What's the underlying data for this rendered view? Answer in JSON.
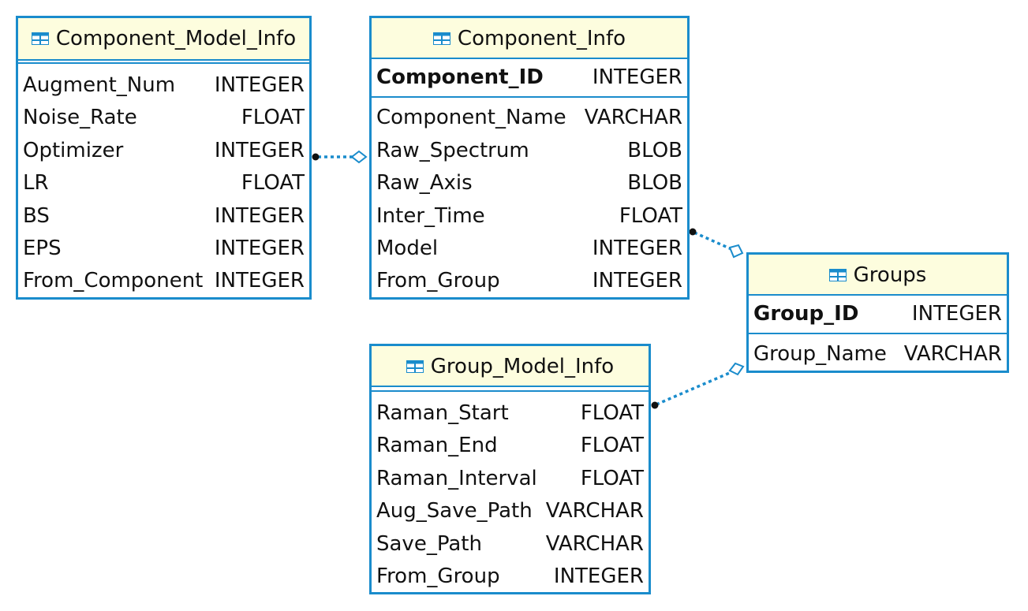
{
  "colors": {
    "border": "#1a8ccc",
    "header_bg": "#fdfdde",
    "connector": "#1a8ccc",
    "text": "#111111"
  },
  "tables": {
    "component_model_info": {
      "name": "Component_Model_Info",
      "icon": "table-icon",
      "columns": [
        {
          "name": "Augment_Num",
          "type": "INTEGER"
        },
        {
          "name": "Noise_Rate",
          "type": "FLOAT"
        },
        {
          "name": "Optimizer",
          "type": "INTEGER"
        },
        {
          "name": "LR",
          "type": "FLOAT"
        },
        {
          "name": "BS",
          "type": "INTEGER"
        },
        {
          "name": "EPS",
          "type": "INTEGER"
        },
        {
          "name": "From_Component",
          "type": "INTEGER"
        }
      ]
    },
    "component_info": {
      "name": "Component_Info",
      "icon": "table-icon",
      "primary_key": {
        "name": "Component_ID",
        "type": "INTEGER"
      },
      "columns": [
        {
          "name": "Component_Name",
          "type": "VARCHAR"
        },
        {
          "name": "Raw_Spectrum",
          "type": "BLOB"
        },
        {
          "name": "Raw_Axis",
          "type": "BLOB"
        },
        {
          "name": "Inter_Time",
          "type": "FLOAT"
        },
        {
          "name": "Model",
          "type": "INTEGER"
        },
        {
          "name": "From_Group",
          "type": "INTEGER"
        }
      ]
    },
    "groups": {
      "name": "Groups",
      "icon": "table-icon",
      "primary_key": {
        "name": "Group_ID",
        "type": "INTEGER"
      },
      "columns": [
        {
          "name": "Group_Name",
          "type": "VARCHAR"
        }
      ]
    },
    "group_model_info": {
      "name": "Group_Model_Info",
      "icon": "table-icon",
      "columns": [
        {
          "name": "Raman_Start",
          "type": "FLOAT"
        },
        {
          "name": "Raman_End",
          "type": "FLOAT"
        },
        {
          "name": "Raman_Interval",
          "type": "FLOAT"
        },
        {
          "name": "Aug_Save_Path",
          "type": "VARCHAR"
        },
        {
          "name": "Save_Path",
          "type": "VARCHAR"
        },
        {
          "name": "From_Group",
          "type": "INTEGER"
        }
      ]
    }
  },
  "relationships": [
    {
      "from": "Component_Model_Info",
      "to": "Component_Info",
      "style": "dotted",
      "from_end": "dot",
      "to_end": "hollow-diamond"
    },
    {
      "from": "Component_Info",
      "to": "Groups",
      "style": "dotted",
      "from_end": "dot",
      "to_end": "hollow-diamond"
    },
    {
      "from": "Group_Model_Info",
      "to": "Groups",
      "style": "dotted",
      "from_end": "dot",
      "to_end": "hollow-diamond"
    }
  ]
}
